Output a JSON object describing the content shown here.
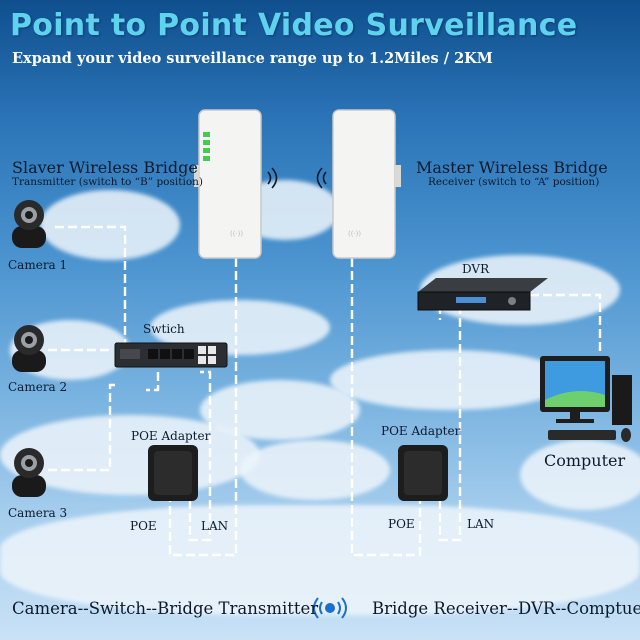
{
  "title": "Point to Point Video Surveillance",
  "subtitle": "Expand your video surveillance range up to 1.2Miles / 2KM",
  "left_bridge": {
    "name": "Slaver Wireless Bridge",
    "role": "Transmitter (switch to “B” position)"
  },
  "right_bridge": {
    "name": "Master Wireless Bridge",
    "role": "Receiver (switch to “A” position)"
  },
  "cameras": [
    "Camera 1",
    "Camera 2",
    "Camera 3"
  ],
  "switch_label": "Swtich",
  "dvr_label": "DVR",
  "computer_label": "Computer",
  "poe_left": {
    "adapter": "POE Adapter",
    "poe": "POE",
    "lan": "LAN"
  },
  "poe_right": {
    "adapter": "POE Adapter",
    "poe": "POE",
    "lan": "LAN"
  },
  "footer": {
    "left": "Camera--Switch--Bridge Transmitter",
    "right": "Bridge Receiver--DVR--Comptuer"
  },
  "colors": {
    "title": "#5fd3ee",
    "cable": "#ffffff",
    "sky_top": "#0f4f8e",
    "sky_bottom": "#c9e2f6"
  },
  "icons": [
    "wifi-signal-icon",
    "camera-icon",
    "switch-icon",
    "poe-adapter-icon",
    "dvr-icon",
    "computer-icon"
  ]
}
